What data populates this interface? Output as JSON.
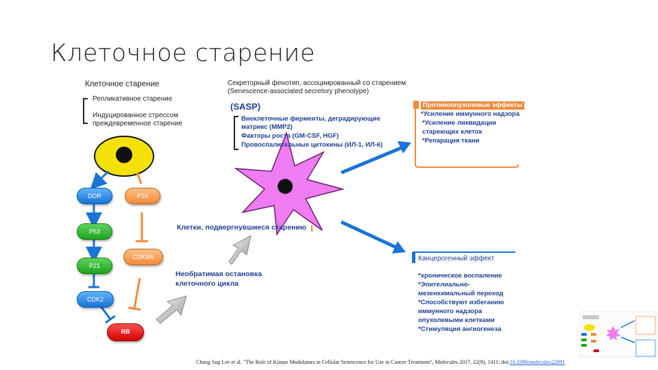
{
  "slide": {
    "title": "Клеточное старение"
  },
  "left_panel": {
    "heading": "Клеточное старение",
    "item1": "Репликативное старение",
    "item2_line1": "Индуцированное стрессом",
    "item2_line2": "преждевременное старение"
  },
  "sasp": {
    "heading_line1": "Секреторный фенотип, ассоциированный со старением",
    "heading_line2": "(Senescence-associated secretory phenotype)",
    "label": "(SASP)",
    "item1_line1": "Внеклеточные ферменты, деградирующие",
    "item1_line2": "матрикс (MMP2)",
    "item2": "Факторы роста (GM-CSF, HGF)",
    "item3": "Провоспалительные цитокины (ИЛ-1, ИЛ-6)"
  },
  "nodes": {
    "ddr": "DDR",
    "p16": "P16",
    "p53": "P53",
    "p21": "P21",
    "cdk46": "CDK4/6",
    "cdk2": "CDK2",
    "rb": "RB"
  },
  "senescent_cells_label": "Клетки, подвергнувшиеся старению",
  "arrest_label_line1": "Необратимая остановка",
  "arrest_label_line2": "клеточного цикла",
  "antitumor": {
    "title": "Противоопухолевые эффекты",
    "lines": [
      "*Усиление иммунного надзора",
      "*Усиление ликвидации",
      "стареющих клеток",
      "*Репарация ткани"
    ]
  },
  "carcinogenic": {
    "title": "Канцерогенный эффект",
    "lines": [
      "*хроническое воспаление",
      "*Эпителиально-",
      "мезенхимальный переход",
      "*Способствуют избеганию",
      "иммунного надзора",
      "опухолевыми клетками",
      "*Стимуляция ангиогенеза"
    ]
  },
  "citation": {
    "text": "Chang Sup Lee et al. \"The Role of Kinase Modulators in Cellular Senescence for Use in Cancer Treatment\", Molecules 2017, 22(9), 1411; doi:",
    "doi": "10.3390/molecules22091"
  },
  "colors": {
    "cell_yellow": "#f5e10a",
    "senescent_magenta": "#ef7cf0",
    "arrow_blue": "#1a73d6",
    "inhibit_orange": "#f08a3a",
    "text_blue": "#1f3f95"
  }
}
